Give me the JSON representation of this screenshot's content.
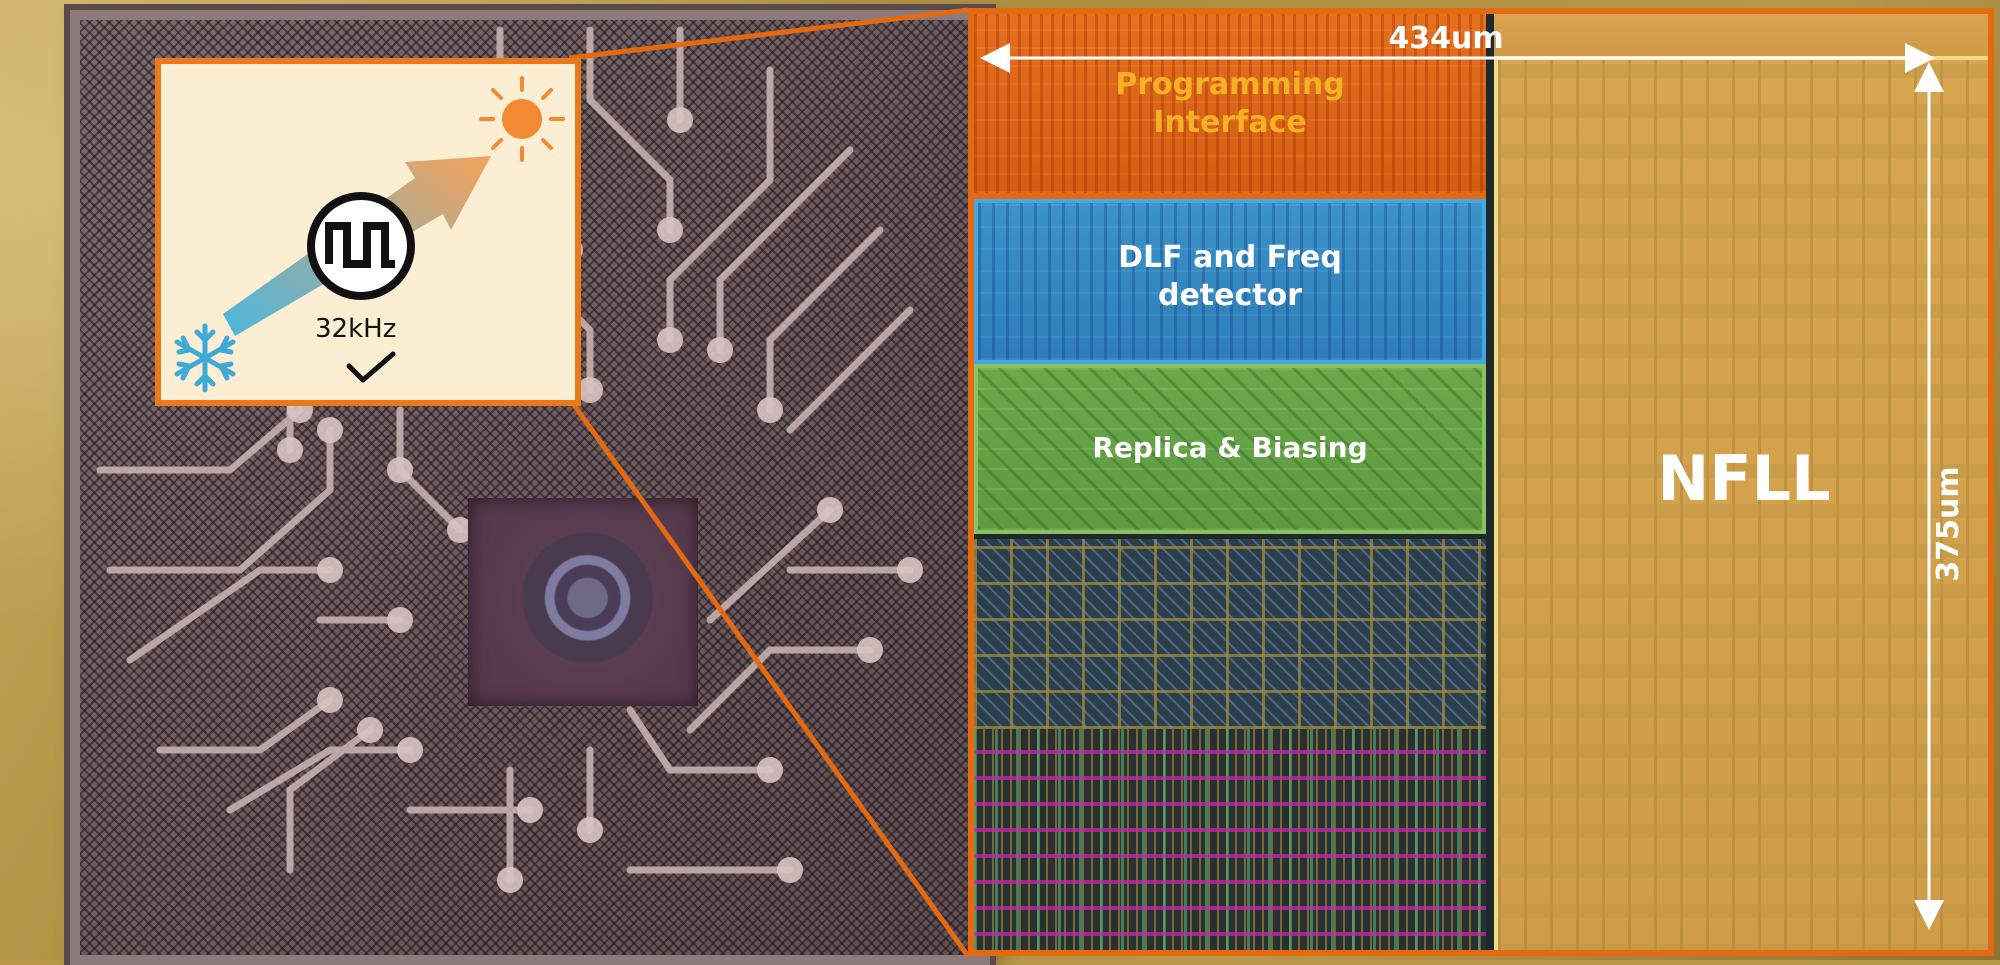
{
  "inset": {
    "frequency_label": "32kHz"
  },
  "layout": {
    "blocks": {
      "programming": "Programming\nInterface",
      "dlf": "DLF and Freq\ndetector",
      "replica": "Replica & Biasing",
      "nfll": "NFLL"
    },
    "dimensions": {
      "width": "434um",
      "height": "375um"
    }
  },
  "colors": {
    "frame_orange": "#e46a12",
    "programming_text": "#f6b224",
    "arrow_cold": "#49b7e0",
    "arrow_hot": "#f6a25a",
    "sun": "#f38a33",
    "snowflake": "#3fa9d8"
  },
  "icons": {
    "sun": "sun-icon",
    "snowflake": "snowflake-icon",
    "clock": "square-wave-clock-icon",
    "check": "checkmark-icon"
  }
}
